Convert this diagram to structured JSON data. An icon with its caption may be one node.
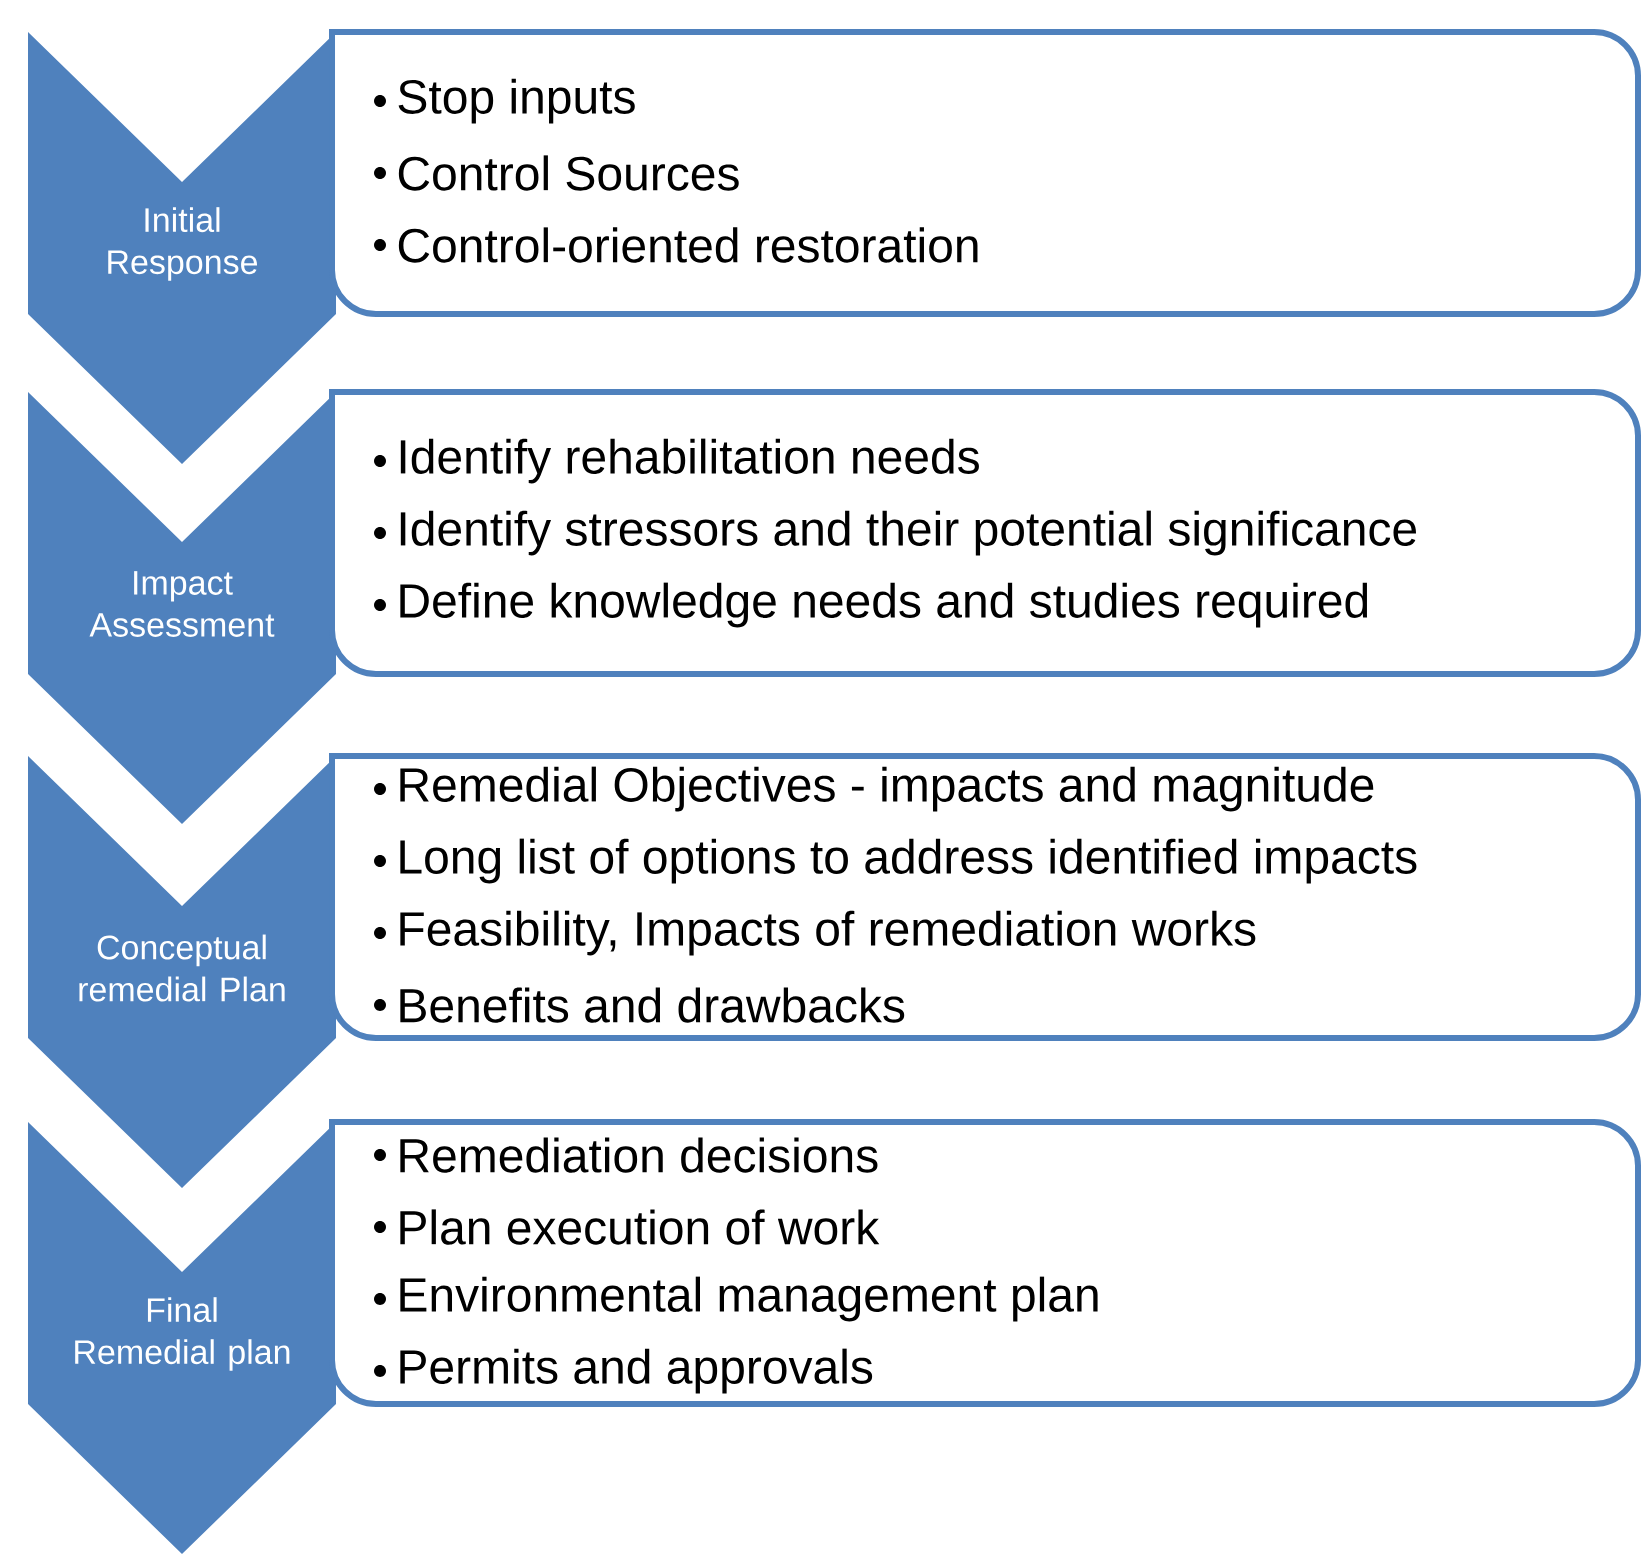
{
  "diagram": {
    "nodes": [
      {
        "text": [
          "Initial Response"
        ]
      },
      {
        "text": [
          "Stop inputs",
          "Control Sources",
          "Control-oriented restoration"
        ]
      },
      {
        "text": [
          "Impact Assessment"
        ]
      },
      {
        "text": [
          "Identify rehabilitation needs",
          "Identify stressors and their potential significance",
          "Define knowledge needs and studies required"
        ]
      },
      {
        "text": [
          "Conceptual remedial Plan"
        ]
      },
      {
        "text": [
          "Remedial Objectives  - impacts and magnitude",
          "Long list of options to address identified impacts",
          "Feasibility, Impacts of remediation works",
          "Benefits and drawbacks"
        ]
      },
      {
        "text": [
          "Final Remedial plan"
        ]
      },
      {
        "text": [
          "Remediation decisions",
          "Plan execution of work",
          "Environmental management plan",
          "Permits and approvals"
        ]
      }
    ]
  }
}
